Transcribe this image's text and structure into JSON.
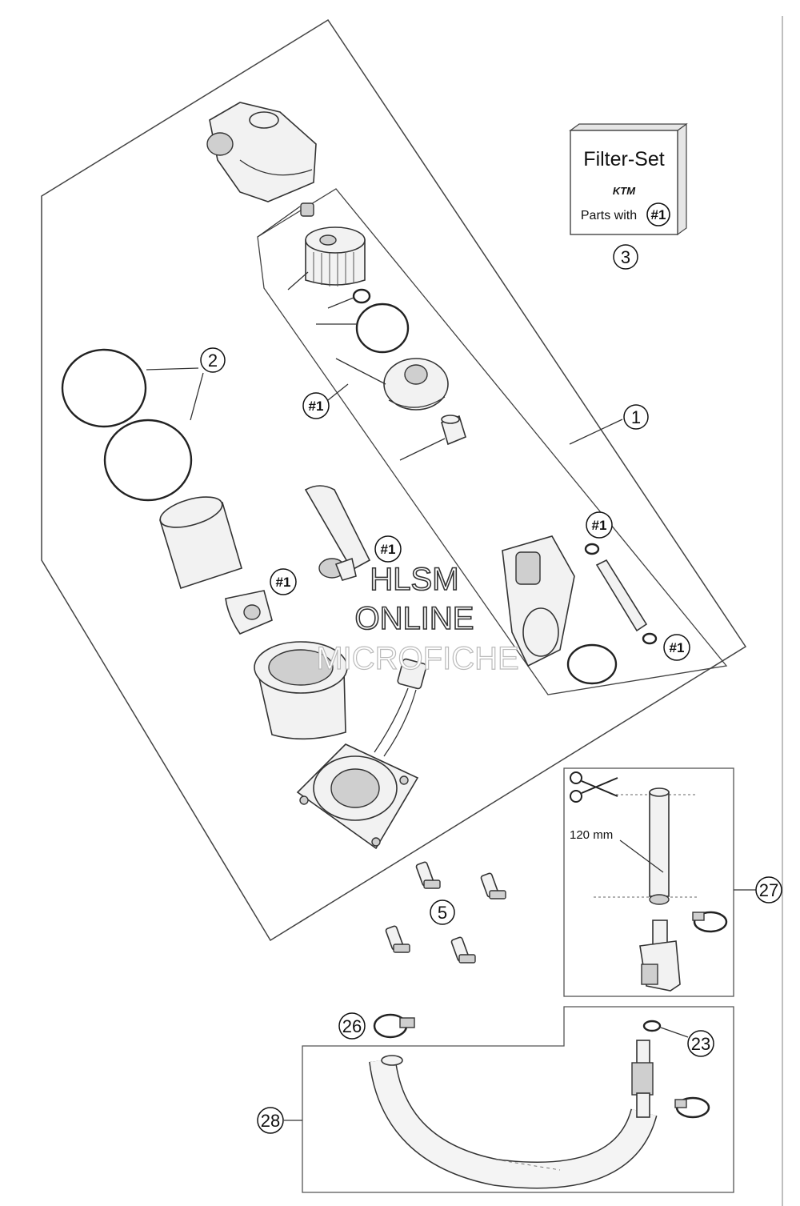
{
  "callouts": {
    "c1": "1",
    "c2": "2",
    "c3": "3",
    "c5": "5",
    "c23": "23",
    "c26": "26",
    "c27": "27",
    "c28": "28"
  },
  "refs": {
    "r1": "#1",
    "r2": "#1",
    "r3": "#1",
    "r4": "#1",
    "r5": "#1",
    "r6": "#1"
  },
  "filter_box": {
    "title": "Filter-Set",
    "brand": "KTM",
    "parts_with": "Parts with",
    "ref": "#1"
  },
  "measurement": "120 mm",
  "watermark": {
    "line1": "HLSM",
    "line2": "ONLINE",
    "line3": "MICROFICHE"
  }
}
